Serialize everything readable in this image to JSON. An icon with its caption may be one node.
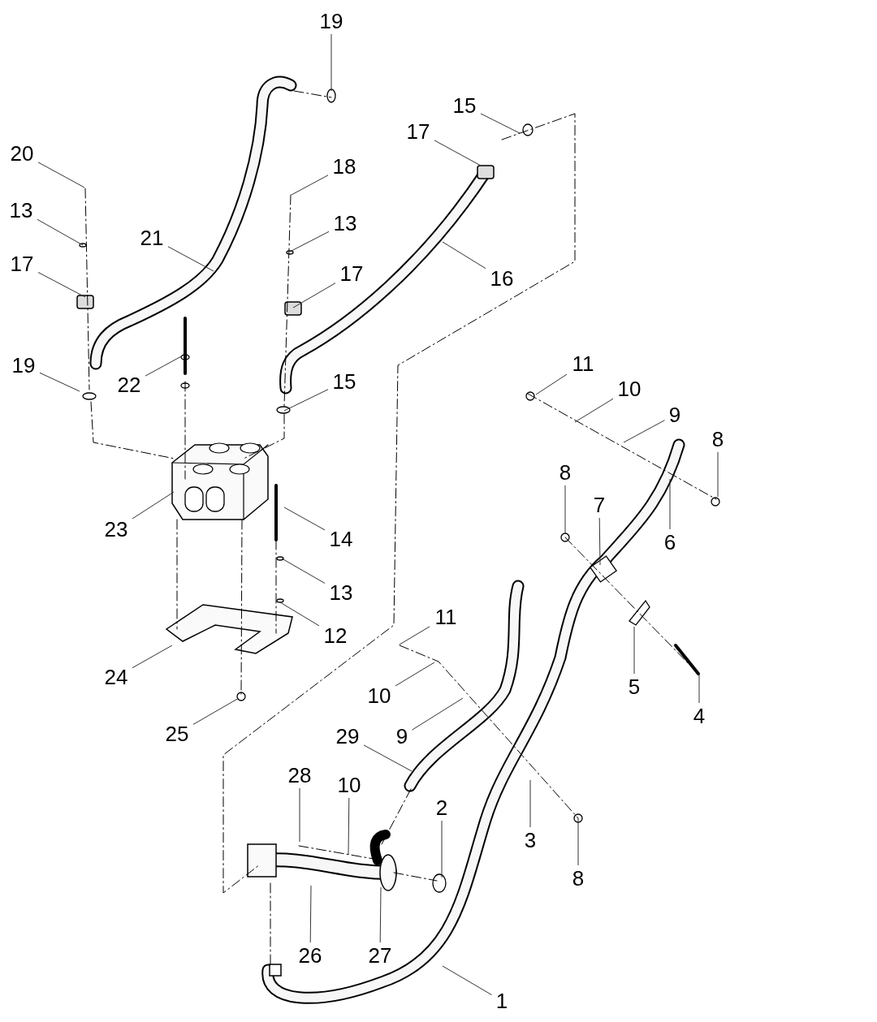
{
  "diagram": {
    "nodes": [
      {
        "text": [
          "19"
        ]
      },
      {
        "text": [
          "15"
        ]
      },
      {
        "text": [
          "17"
        ]
      },
      {
        "text": [
          "20"
        ]
      },
      {
        "text": [
          "18"
        ]
      },
      {
        "text": [
          "13"
        ]
      },
      {
        "text": [
          "13"
        ]
      },
      {
        "text": [
          "21"
        ]
      },
      {
        "text": [
          "17"
        ]
      },
      {
        "text": [
          "17"
        ]
      },
      {
        "text": [
          "16"
        ]
      },
      {
        "text": [
          "19"
        ]
      },
      {
        "text": [
          "11"
        ]
      },
      {
        "text": [
          "15"
        ]
      },
      {
        "text": [
          "22"
        ]
      },
      {
        "text": [
          "10"
        ]
      },
      {
        "text": [
          "9"
        ]
      },
      {
        "text": [
          "8"
        ]
      },
      {
        "text": [
          "8"
        ]
      },
      {
        "text": [
          "7"
        ]
      },
      {
        "text": [
          "23"
        ]
      },
      {
        "text": [
          "6"
        ]
      },
      {
        "text": [
          "14"
        ]
      },
      {
        "text": [
          "13"
        ]
      },
      {
        "text": [
          "11"
        ]
      },
      {
        "text": [
          "12"
        ]
      },
      {
        "text": [
          "24"
        ]
      },
      {
        "text": [
          "5"
        ]
      },
      {
        "text": [
          "10"
        ]
      },
      {
        "text": [
          "29"
        ]
      },
      {
        "text": [
          "9"
        ]
      },
      {
        "text": [
          "25"
        ]
      },
      {
        "text": [
          "4"
        ]
      },
      {
        "text": [
          "28"
        ]
      },
      {
        "text": [
          "10"
        ]
      },
      {
        "text": [
          "2"
        ]
      },
      {
        "text": [
          "3"
        ]
      },
      {
        "text": [
          "8"
        ]
      },
      {
        "text": [
          "26"
        ]
      },
      {
        "text": [
          "27"
        ]
      },
      {
        "text": [
          "1"
        ]
      }
    ],
    "edges": [
      {
        "from": 0,
        "to": null,
        "arrow": "none"
      },
      {
        "from": 1,
        "to": null,
        "arrow": "none"
      },
      {
        "from": 2,
        "to": null,
        "arrow": "none"
      },
      {
        "from": 3,
        "to": null,
        "arrow": "none"
      },
      {
        "from": 4,
        "to": null,
        "arrow": "none"
      },
      {
        "from": 5,
        "to": null,
        "arrow": "none"
      },
      {
        "from": 6,
        "to": null,
        "arrow": "none"
      },
      {
        "from": 7,
        "to": null,
        "arrow": "none"
      },
      {
        "from": 8,
        "to": null,
        "arrow": "none"
      },
      {
        "from": 9,
        "to": null,
        "arrow": "none"
      },
      {
        "from": 10,
        "to": null,
        "arrow": "none"
      },
      {
        "from": 11,
        "to": null,
        "arrow": "none"
      },
      {
        "from": 12,
        "to": null,
        "arrow": "none"
      },
      {
        "from": 13,
        "to": null,
        "arrow": "none"
      },
      {
        "from": 14,
        "to": null,
        "arrow": "none"
      },
      {
        "from": 15,
        "to": null,
        "arrow": "none"
      },
      {
        "from": 16,
        "to": null,
        "arrow": "none"
      },
      {
        "from": 17,
        "to": null,
        "arrow": "none"
      },
      {
        "from": 18,
        "to": null,
        "arrow": "none"
      },
      {
        "from": 19,
        "to": null,
        "arrow": "none"
      },
      {
        "from": 20,
        "to": null,
        "arrow": "none"
      },
      {
        "from": 21,
        "to": null,
        "arrow": "none"
      },
      {
        "from": 22,
        "to": null,
        "arrow": "none"
      },
      {
        "from": 23,
        "to": null,
        "arrow": "none"
      },
      {
        "from": 24,
        "to": null,
        "arrow": "none"
      },
      {
        "from": 25,
        "to": null,
        "arrow": "none"
      },
      {
        "from": 26,
        "to": null,
        "arrow": "none"
      },
      {
        "from": 27,
        "to": null,
        "arrow": "none"
      },
      {
        "from": 28,
        "to": null,
        "arrow": "none"
      },
      {
        "from": 29,
        "to": null,
        "arrow": "none"
      },
      {
        "from": 30,
        "to": null,
        "arrow": "none"
      },
      {
        "from": 31,
        "to": null,
        "arrow": "none"
      },
      {
        "from": 32,
        "to": null,
        "arrow": "none"
      },
      {
        "from": 33,
        "to": null,
        "arrow": "none"
      },
      {
        "from": 34,
        "to": null,
        "arrow": "none"
      },
      {
        "from": 35,
        "to": null,
        "arrow": "none"
      },
      {
        "from": 36,
        "to": null,
        "arrow": "none"
      },
      {
        "from": 37,
        "to": null,
        "arrow": "none"
      },
      {
        "from": 38,
        "to": null,
        "arrow": "none"
      },
      {
        "from": 39,
        "to": null,
        "arrow": "none"
      },
      {
        "from": 40,
        "to": null,
        "arrow": "none"
      }
    ]
  }
}
